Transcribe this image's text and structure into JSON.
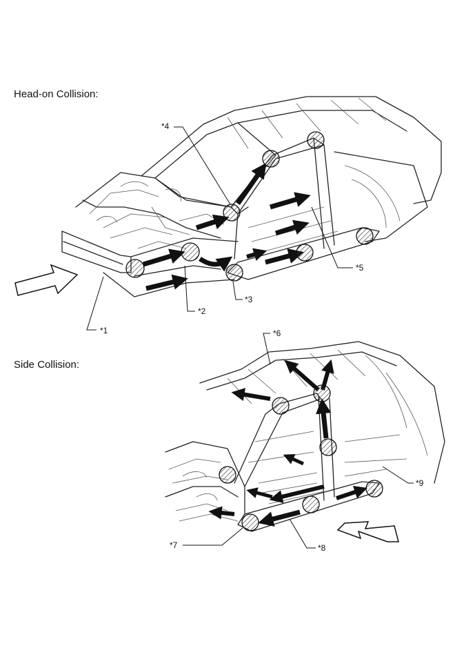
{
  "sections": {
    "head_on": {
      "heading": "Head-on Collision:"
    },
    "side": {
      "heading": "Side Collision:"
    }
  },
  "callouts": {
    "c1": "*1",
    "c2": "*2",
    "c3": "*3",
    "c4": "*4",
    "c5": "*5",
    "c6": "*6",
    "c7": "*7",
    "c8": "*8",
    "c9": "*9"
  },
  "icons": {
    "impact_arrow": "impact-arrow-icon",
    "load_path_arrow": "load-path-arrow-icon",
    "stress_point": "stress-point-icon"
  },
  "colors": {
    "line": "#222222",
    "hatch": "#444444",
    "arrow_fill": "#111111"
  }
}
